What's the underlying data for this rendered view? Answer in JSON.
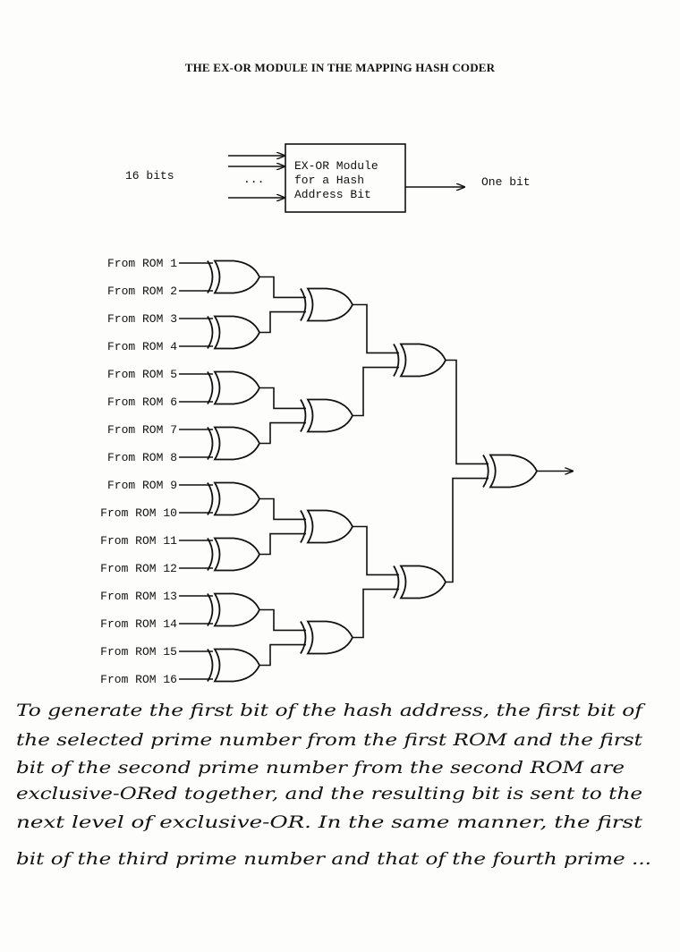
{
  "title": "THE EX-OR MODULE IN THE MAPPING HASH CODER",
  "block": {
    "input_label": "16 bits",
    "dots": "...",
    "module_lines": [
      "EX-OR Module",
      "for a Hash",
      "Address Bit"
    ],
    "output_label": "One bit"
  },
  "inputs": [
    "From ROM 1",
    "From ROM 2",
    "From ROM 3",
    "From ROM 4",
    "From ROM 5",
    "From ROM 6",
    "From ROM 7",
    "From ROM 8",
    "From ROM 9",
    "From ROM 10",
    "From ROM 11",
    "From ROM 12",
    "From ROM 13",
    "From ROM 14",
    "From ROM 15",
    "From ROM 16"
  ],
  "tree": {
    "gate_type": "XOR",
    "levels": [
      8,
      4,
      2,
      1
    ]
  },
  "note_lines": [
    "To generate the first bit of the hash address, the first bit of",
    "the selected prime number from the first ROM and the first",
    "bit of the second prime number from the second ROM are",
    "exclusive-ORed together, and the resulting bit is sent to the",
    "next level of exclusive-OR.  In the same manner, the first",
    "bit of the third prime number and that of the fourth prime ..."
  ]
}
